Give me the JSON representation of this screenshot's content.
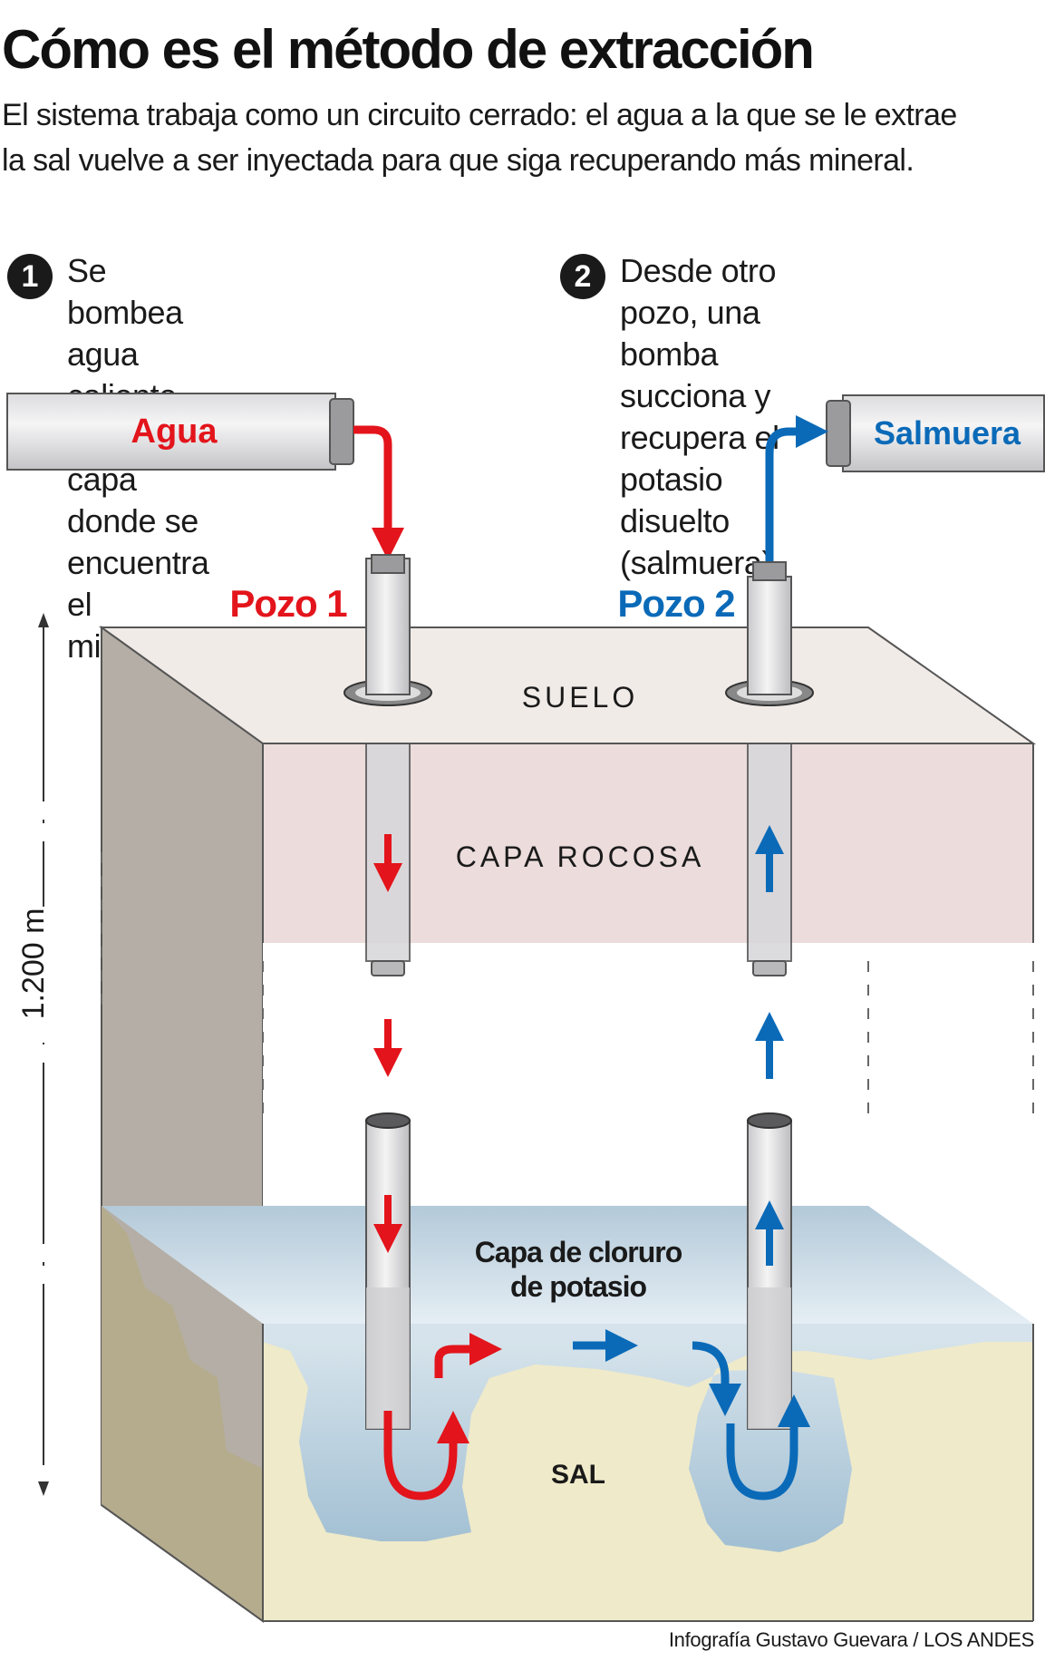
{
  "header": {
    "title": "Cómo es el método de extracción",
    "subtitle_line1": "El sistema trabaja como un circuito cerrado: el agua a la que se le extrae",
    "subtitle_line2": "la sal vuelve a ser inyectada para que siga recuperando más mineral."
  },
  "steps": [
    {
      "number": "1",
      "lines": [
        "Se bombea agua caliente",
        "hacia la capa donde se",
        "encuentra el mineral."
      ]
    },
    {
      "number": "2",
      "lines": [
        "Desde otro pozo, una bomba",
        "succiona y recupera el",
        "potasio disuelto (salmuera)."
      ]
    }
  ],
  "pipes": {
    "inlet_label": "Agua",
    "outlet_label": "Salmuera"
  },
  "wells": {
    "well1_label": "Pozo 1",
    "well2_label": "Pozo 2"
  },
  "layers": {
    "soil": "SUELO",
    "rock": "CAPA ROCOSA",
    "potash_line1": "Capa de cloruro",
    "potash_line2": "de potasio",
    "salt": "SAL"
  },
  "depth_label": "1.200 m",
  "credit": "Infografía Gustavo Guevara / LOS ANDES",
  "colors": {
    "water_red": "#e3141b",
    "brine_blue": "#0a6ab8",
    "soil_top": "#f1ebe8",
    "rock_band": "#ecdcdc",
    "potash_blue": "#c3d6e4",
    "salt_yellow": "#efeac9",
    "side_grey": "#b4aea6"
  }
}
